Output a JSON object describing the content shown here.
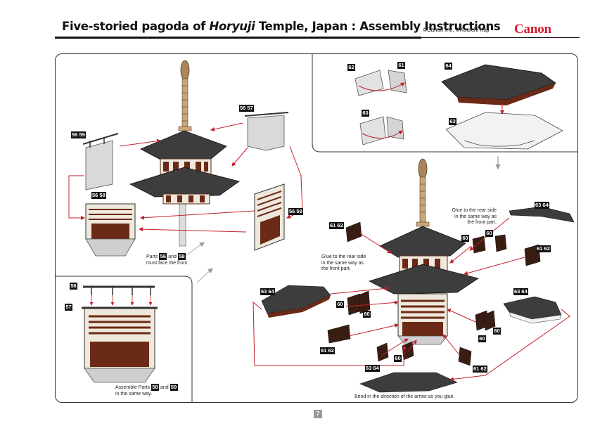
{
  "header": {
    "title_start": "Five-storied pagoda of ",
    "title_italic": "Horyuji",
    "title_end": " Temple, Japan : Assembly Instructions",
    "copyright": "©Canon Inc, ©Kouichi Kaji",
    "brand": "Canon"
  },
  "badges": {
    "b56_59_left": "56 59",
    "b56_57_top": "56 57",
    "b56_58_left": "56 58",
    "b56_59_right": "56 59",
    "b62": "62",
    "b61": "61",
    "b64_top": "64",
    "b60_top": "60",
    "b63_top": "63",
    "b56_lower": "56",
    "b57_lower": "57",
    "b61_62_a": "61 62",
    "b63_64_right": "63 64",
    "b60_a": "60",
    "b60_b": "60",
    "b61_62_b": "61 62",
    "b63_64_left": "63 64",
    "b60_c": "60",
    "b60_d": "60",
    "b63_64_right2": "63 64",
    "b60_e": "60",
    "b60_f": "60",
    "b61_62_c": "61 62",
    "b63_64_bottom": "63 64",
    "b60_g": "60",
    "b61_62_d": "61 62"
  },
  "notes": {
    "parts_front_1": "Parts",
    "parts_front_a": "56",
    "parts_front_and": "and",
    "parts_front_b": "58",
    "parts_front_2": "must face the front.",
    "assemble_1": "Assemble Parts",
    "assemble_a": "58",
    "assemble_and": "and",
    "assemble_b": "59",
    "assemble_2": "in the same way.",
    "glue_right": "Glue to the rear side in the same way as the front part.",
    "glue_left": "Glue to the rear side in the same way as the front part.",
    "bend": "Bend in the direction of the arrow as you glue."
  },
  "page_number": "7",
  "colors": {
    "accent": "#d2172a",
    "roof": "#3a3a3a",
    "wood": "#6b2a16",
    "arrow": "#c0202a"
  }
}
